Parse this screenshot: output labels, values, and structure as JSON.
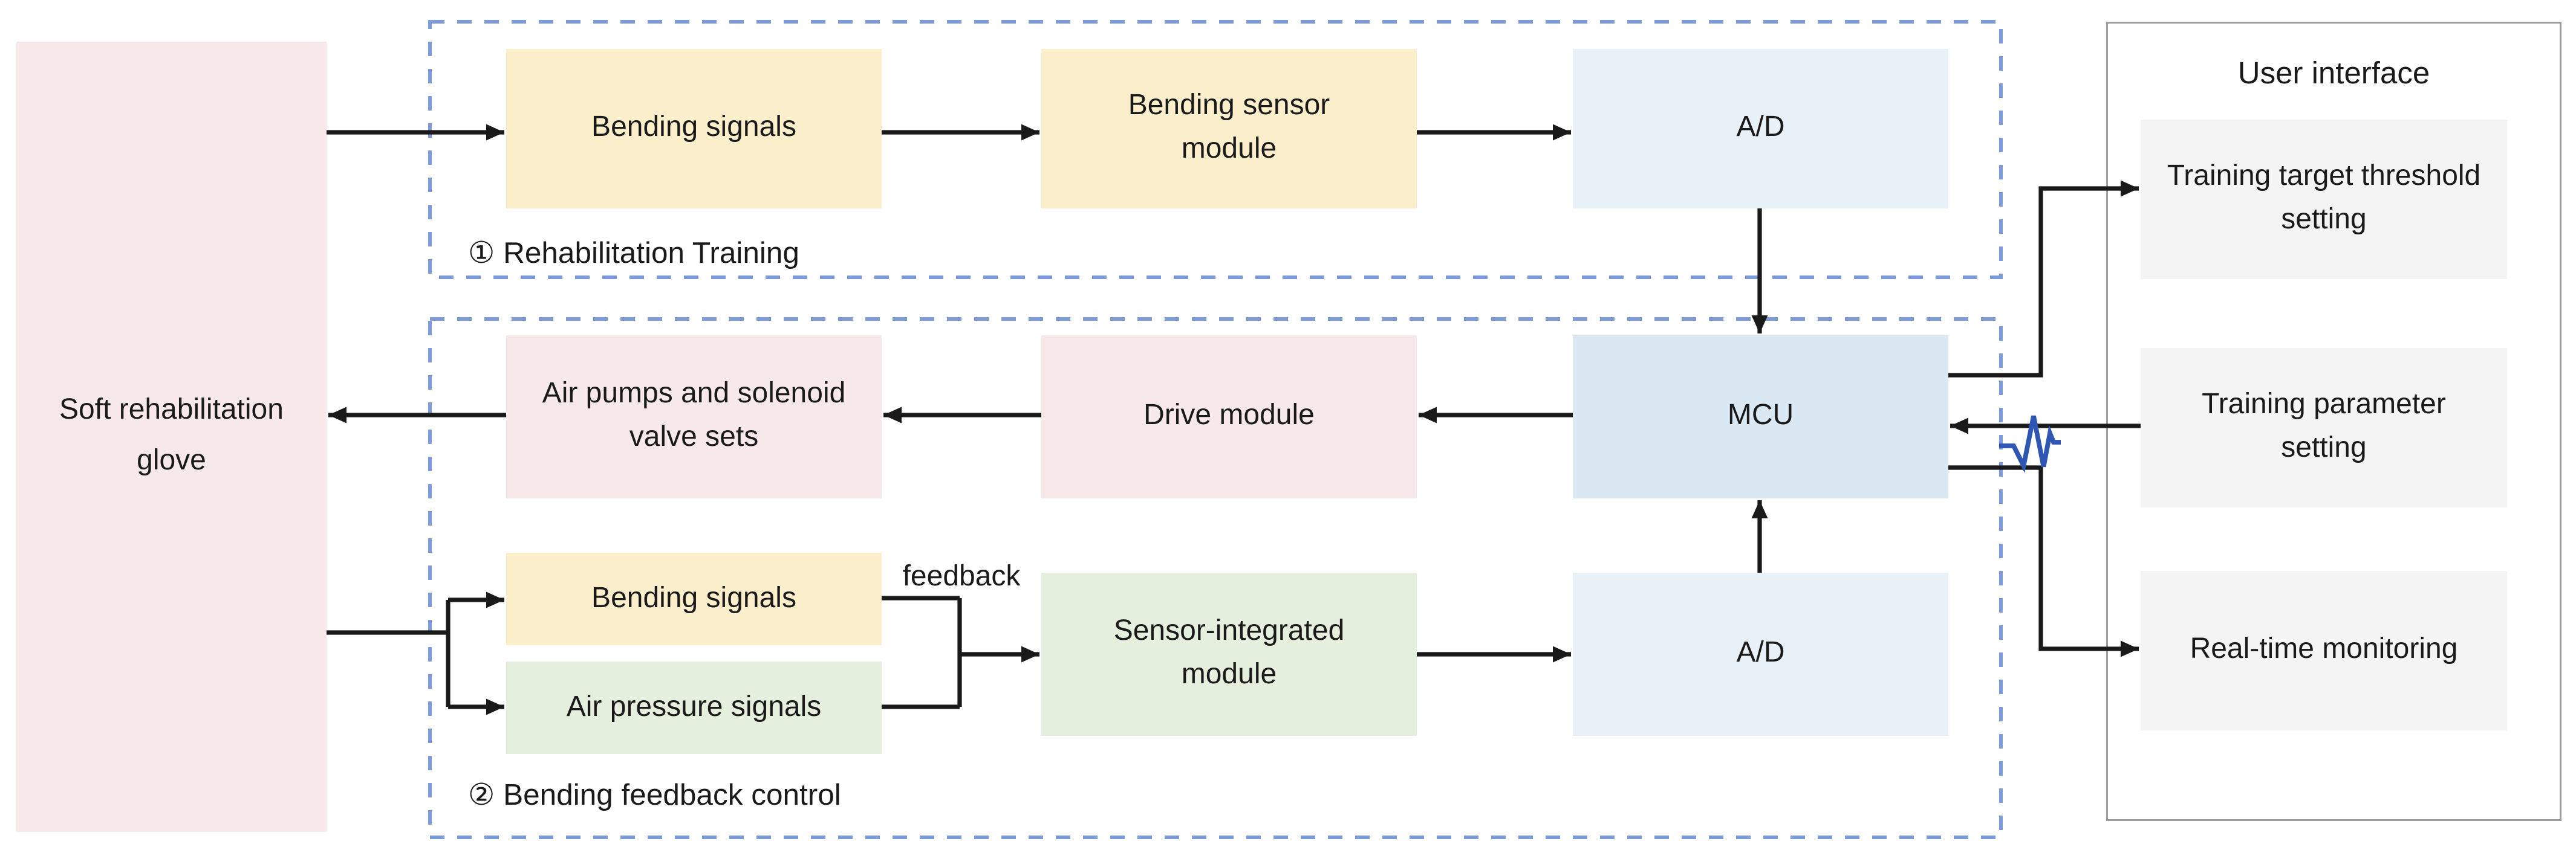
{
  "figure": {
    "kind": "system-block-diagram",
    "background": "#ffffff"
  },
  "boxes": {
    "glove": "Soft rehabilitation glove",
    "bending_signals_1": "Bending signals",
    "bending_sensor_module": "Bending sensor module",
    "ad_1": "A/D",
    "air_pumps": "Air pumps and solenoid valve sets",
    "drive_module": "Drive module",
    "mcu": "MCU",
    "bending_signals_2": "Bending signals",
    "air_pressure_signals": "Air pressure signals",
    "sensor_integrated": "Sensor-integrated module",
    "ad_2": "A/D"
  },
  "sections": {
    "rehabilitation_training": "① Rehabilitation Training",
    "bending_feedback_control": "② Bending feedback control"
  },
  "labels": {
    "feedback": "feedback"
  },
  "ui": {
    "title": "User interface",
    "items": [
      "Training target threshold setting",
      "Training parameter setting",
      "Real-time monitoring"
    ]
  },
  "colors": {
    "yellow_box": "#fbeecb",
    "pink_box": "#f7e9e9",
    "pale_blue_box": "#e9f1f8",
    "mcu_blue_box": "#d9e8f3",
    "green_box": "#e5efdd",
    "gray_box": "#f4f4f4",
    "dashed_border": "#7d9bd8",
    "panel_border": "#9c9c9c",
    "arrow": "#1a1a1a",
    "waveform_accent": "#2e56b2"
  }
}
